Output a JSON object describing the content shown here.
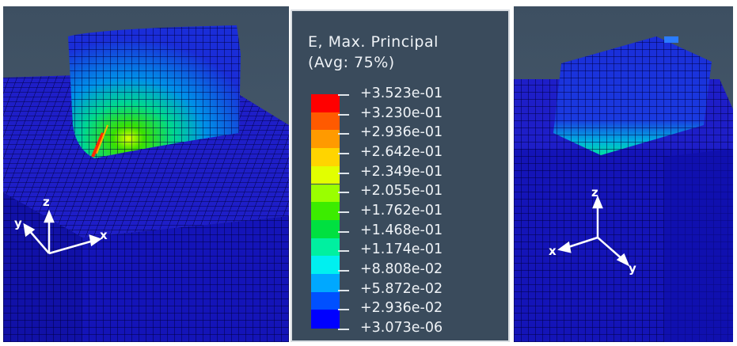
{
  "legend": {
    "title_line1": "E, Max. Principal",
    "title_line2": "(Avg: 75%)",
    "levels": [
      {
        "label": "+3.523e-01",
        "color": "#ff0000"
      },
      {
        "label": "+3.230e-01",
        "color": "#ff5a00"
      },
      {
        "label": "+2.936e-01",
        "color": "#ff9a00"
      },
      {
        "label": "+2.642e-01",
        "color": "#ffd400"
      },
      {
        "label": "+2.349e-01",
        "color": "#e2ff00"
      },
      {
        "label": "+2.055e-01",
        "color": "#9aff00"
      },
      {
        "label": "+1.762e-01",
        "color": "#3cec00"
      },
      {
        "label": "+1.468e-01",
        "color": "#00e040"
      },
      {
        "label": "+1.174e-01",
        "color": "#00f0a0"
      },
      {
        "label": "+8.808e-02",
        "color": "#00f0f0"
      },
      {
        "label": "+5.872e-02",
        "color": "#00a8ff"
      },
      {
        "label": "+2.936e-02",
        "color": "#0050ff"
      },
      {
        "label": "+3.073e-06",
        "color": "#0000ff"
      }
    ]
  },
  "left_view": {
    "triad": {
      "x": "x",
      "y": "y",
      "z": "z"
    }
  },
  "right_view": {
    "triad": {
      "x": "x",
      "y": "y",
      "z": "z"
    }
  },
  "colors": {
    "mesh_base": "#1717c8",
    "mesh_line": "#000033",
    "background": "#44576a"
  }
}
